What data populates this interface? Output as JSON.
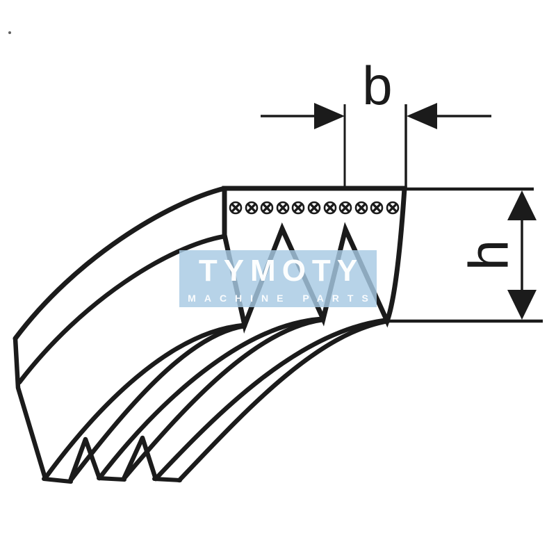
{
  "page": {
    "background": "#ffffff"
  },
  "diagram": {
    "subject": "Ribbed V-belt (poly-V) cross-section technical drawing",
    "dimension_labels": {
      "width": "b",
      "height": "h"
    },
    "rib_count": 3,
    "groove_count": 2,
    "cord_circle_count": 11,
    "colors": {
      "line": "#1b1b1b",
      "watermark_panel": "#b7d1e7",
      "watermark_text": "#ffffff"
    }
  },
  "watermark": {
    "title": "TYMOTY",
    "subtitle": "MACHINE PARTS"
  }
}
